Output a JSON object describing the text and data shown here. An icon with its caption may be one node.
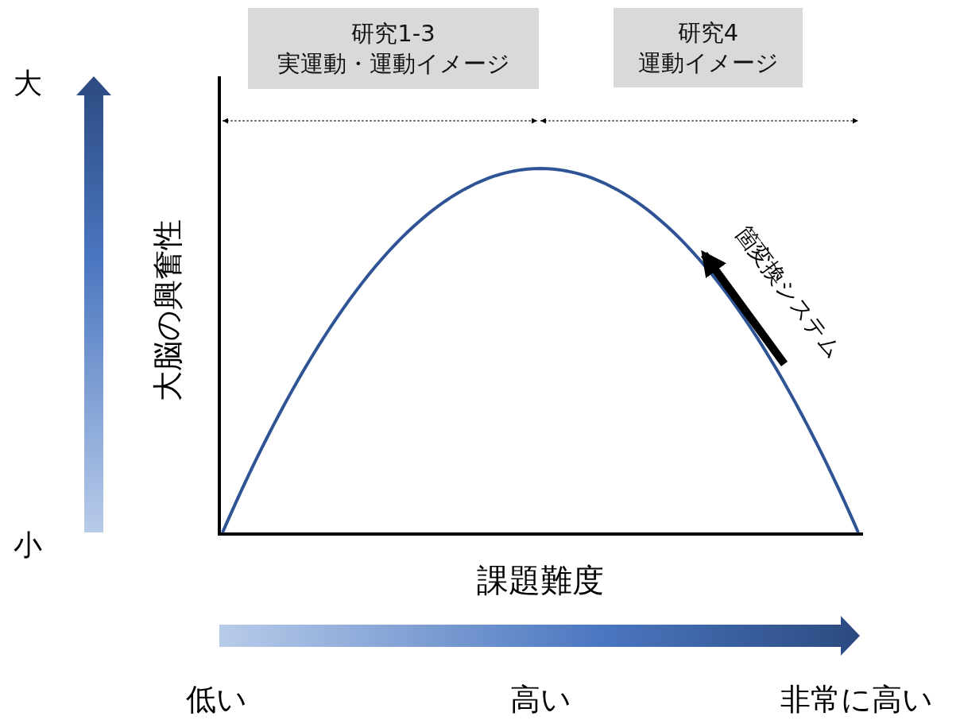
{
  "diagram": {
    "nodes": [
      {
        "text": [
          "研究1-3",
          "実運動・運動イメージ"
        ]
      },
      {
        "text": [
          "研究4",
          "運動イメージ"
        ]
      }
    ],
    "edges": [],
    "labels": [
      "大",
      "小",
      "大脳の興奮性",
      "箇変換システム",
      "課題難度",
      "低い",
      "高い",
      "非常に高い"
    ]
  }
}
